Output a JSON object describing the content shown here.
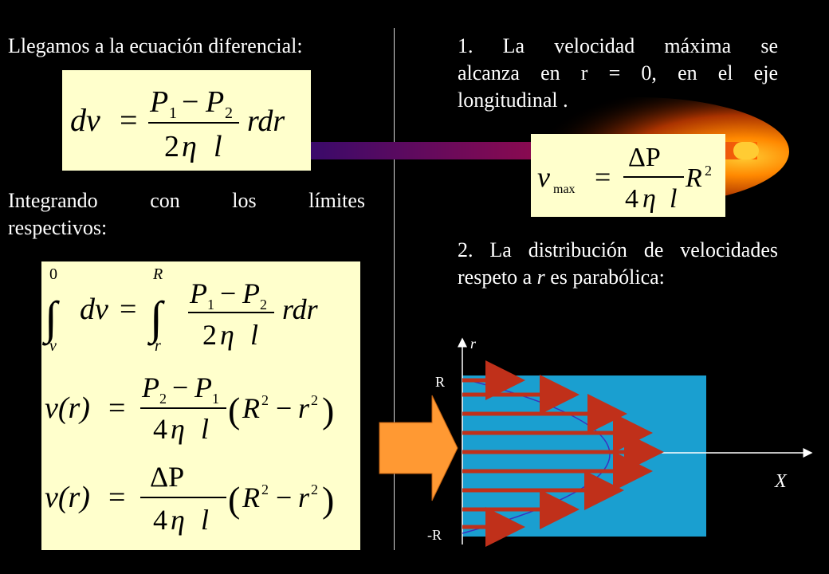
{
  "left": {
    "heading": "Llegamos a la ecuación diferencial:",
    "integrating_line1": "Integrando con los límites",
    "integrating_line2": "respectivos:"
  },
  "right": {
    "point1_line1": "1. La velocidad máxima se",
    "point1_line2": "alcanza en r = 0, en el eje",
    "point1_line3": "longitudinal .",
    "point2_line1": "2. La distribución de velocidades",
    "point2_line2_a": "respeto a ",
    "point2_line2_var": "r",
    "point2_line2_b": " es parabólica:"
  },
  "equations": {
    "dv": "dv",
    "eq": "=",
    "P1": "P",
    "sub1": "1",
    "P2": "P",
    "sub2": "2",
    "minus": "−",
    "rdr": "rdr",
    "two": "2",
    "eta": "η",
    "l": "l",
    "zero": "0",
    "R": "R",
    "v_low": "v",
    "r_low": "r",
    "vr": "v(r)",
    "four": "4",
    "Rsq": "R",
    "sq": "2",
    "rsq": "r",
    "deltaP": "ΔP",
    "vmax_v": "v",
    "vmax_sub": "max"
  },
  "diagram": {
    "axis_r": "r",
    "label_R": "R",
    "label_negR": "-R",
    "axis_x": "X",
    "colors": {
      "pipe": "#1a9fd0",
      "arrows": "#c0301a",
      "parabola": "#3b2fc0",
      "big_arrow": "#ff9933",
      "eqbox": "#ffffcc"
    }
  }
}
